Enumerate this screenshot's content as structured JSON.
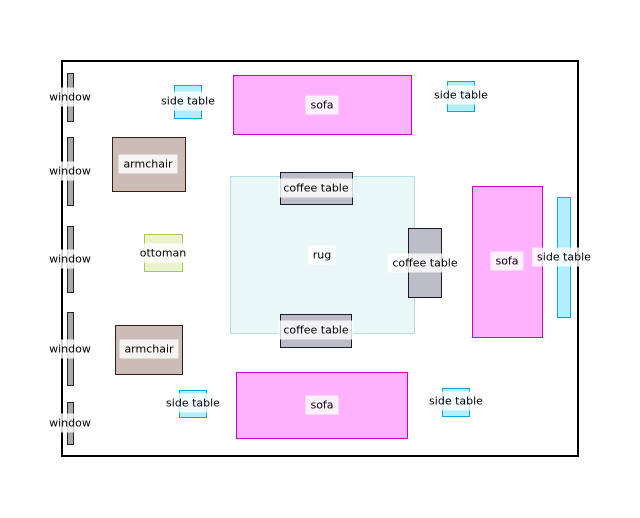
{
  "diagram": {
    "items": [
      {
        "id": "rug",
        "label": "rug",
        "type": "rug"
      },
      {
        "id": "window-1",
        "label": "window",
        "type": "window"
      },
      {
        "id": "window-2",
        "label": "window",
        "type": "window"
      },
      {
        "id": "window-3",
        "label": "window",
        "type": "window"
      },
      {
        "id": "window-4",
        "label": "window",
        "type": "window"
      },
      {
        "id": "window-5",
        "label": "window",
        "type": "window"
      },
      {
        "id": "sofa-top",
        "label": "sofa",
        "type": "sofa"
      },
      {
        "id": "sofa-bottom",
        "label": "sofa",
        "type": "sofa"
      },
      {
        "id": "sofa-right",
        "label": "sofa",
        "type": "sofa"
      },
      {
        "id": "armchair-top",
        "label": "armchair",
        "type": "armchair"
      },
      {
        "id": "armchair-bottom",
        "label": "armchair",
        "type": "armchair"
      },
      {
        "id": "ottoman",
        "label": "ottoman",
        "type": "ottoman"
      },
      {
        "id": "coffee-table-top",
        "label": "coffee table",
        "type": "coffee-table"
      },
      {
        "id": "coffee-table-bottom",
        "label": "coffee table",
        "type": "coffee-table"
      },
      {
        "id": "coffee-table-right",
        "label": "coffee table",
        "type": "coffee-table"
      },
      {
        "id": "side-table-top-left",
        "label": "side table",
        "type": "side-table"
      },
      {
        "id": "side-table-top-right",
        "label": "side table",
        "type": "side-table"
      },
      {
        "id": "side-table-bottom-left",
        "label": "side table",
        "type": "side-table"
      },
      {
        "id": "side-table-bottom-right",
        "label": "side table",
        "type": "side-table"
      },
      {
        "id": "side-table-right",
        "label": "side table",
        "type": "side-table"
      }
    ],
    "colors": {
      "rug": {
        "fill": "#eaf7f7",
        "stroke": "#b0e0e6"
      },
      "window": {
        "fill": "#a9a9a9",
        "stroke": "#222222"
      },
      "sofa": {
        "fill": "#ffb3ff",
        "stroke": "#cc00cc"
      },
      "armchair": {
        "fill": "#cbbcb8",
        "stroke": "#3b1e12"
      },
      "ottoman": {
        "fill": "#ebf3d0",
        "stroke": "#a8c850"
      },
      "coffee-table": {
        "fill": "#bdbdc8",
        "stroke": "#1a1a2e"
      },
      "side-table": {
        "fill": "#b3eefc",
        "stroke": "#00a8d6"
      }
    }
  }
}
